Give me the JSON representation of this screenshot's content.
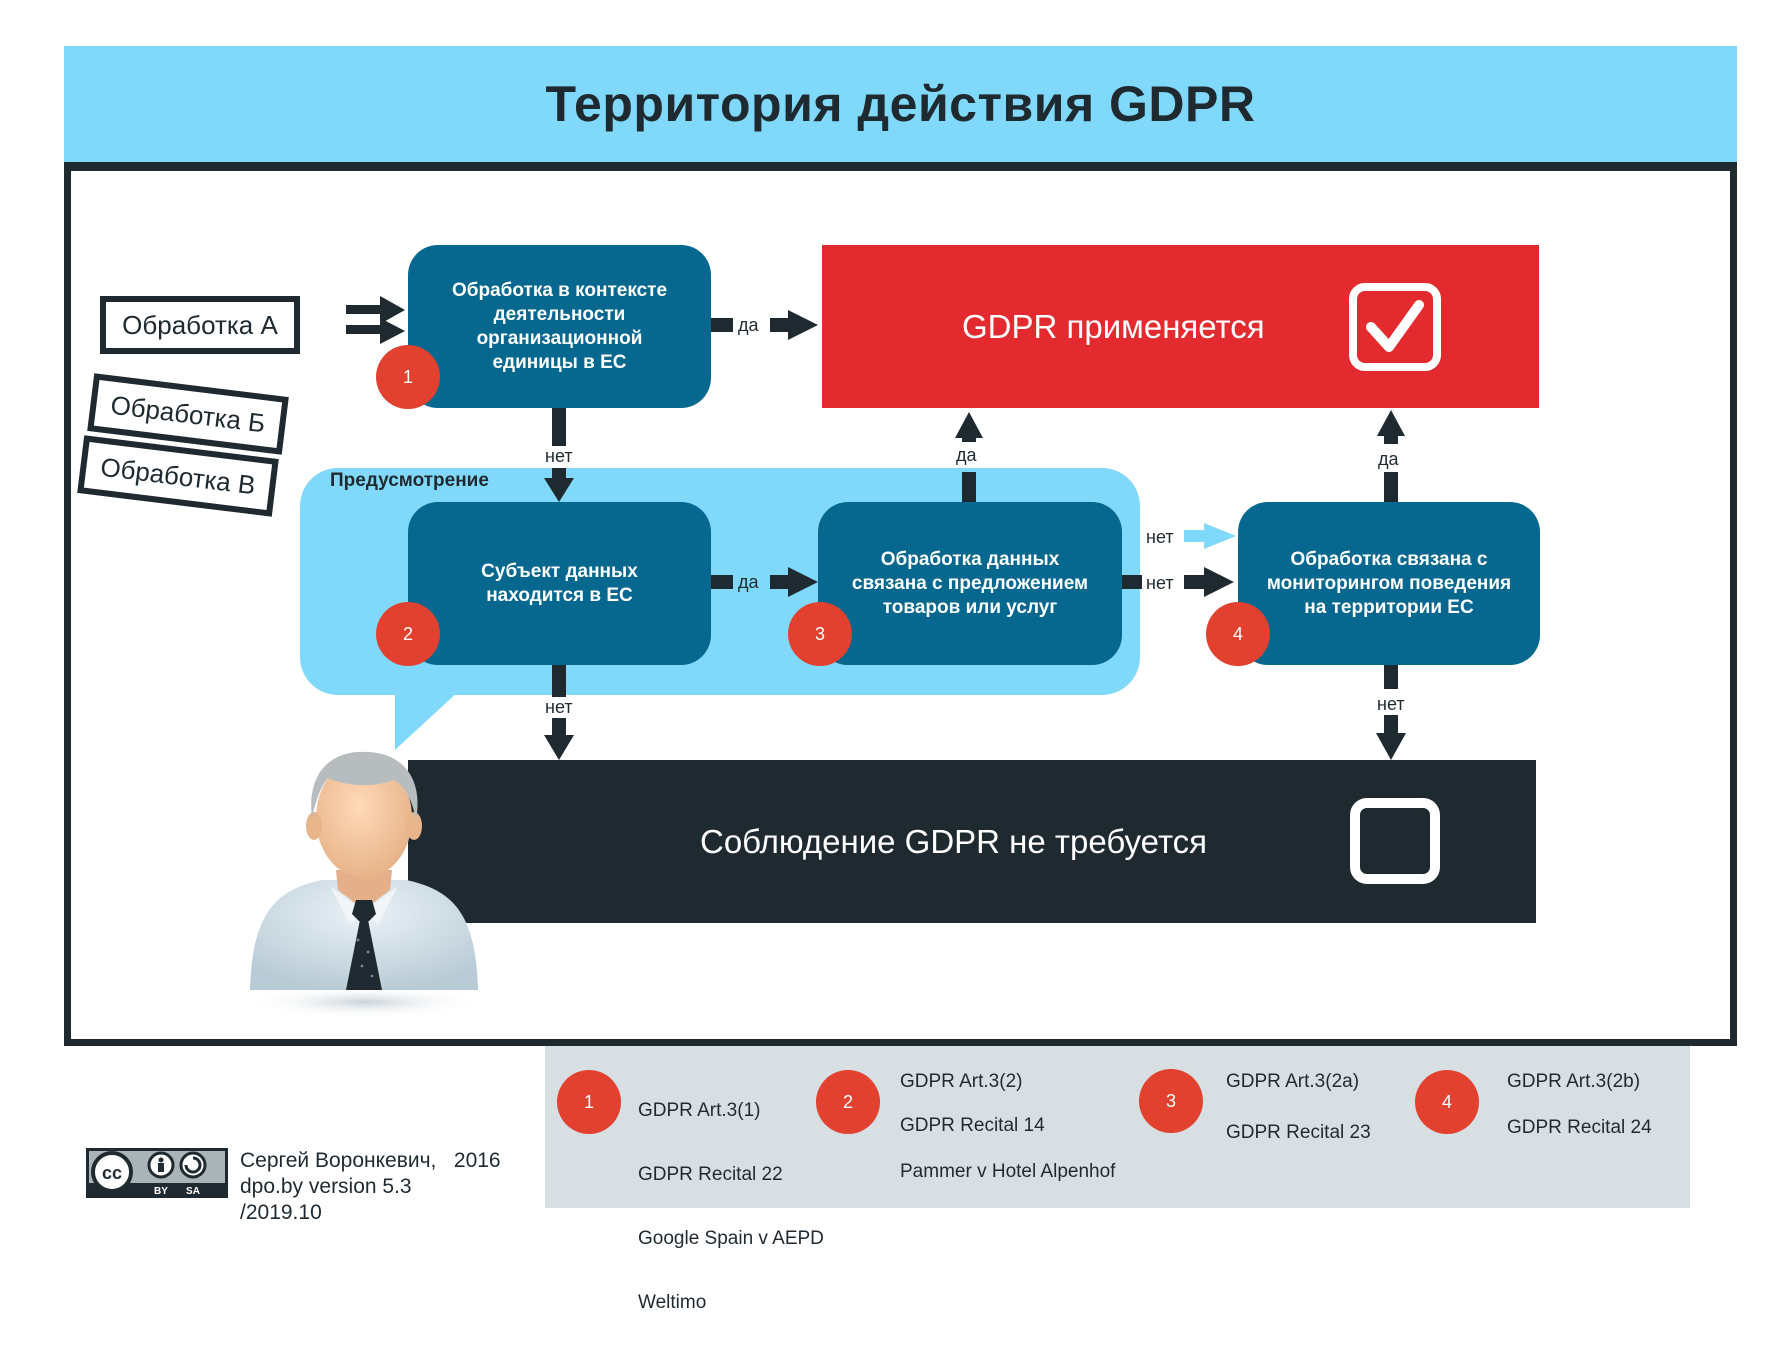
{
  "title": "Территория действия GDPR",
  "inputs": [
    "Обработка А",
    "Обработка Б",
    "Обработка В"
  ],
  "callout_label": "Предусмотрение",
  "nodes": [
    {
      "num": "1",
      "text": "Обработка в контексте\nдеятельности\nорганизационной\nединицы в ЕС"
    },
    {
      "num": "2",
      "text": "Субъект данных\nнаходится в ЕС"
    },
    {
      "num": "3",
      "text": "Обработка данных\nсвязана с предложением\nтоваров или услуг"
    },
    {
      "num": "4",
      "text": "Обработка связана с\nмониторингом поведения\nна территории ЕС"
    }
  ],
  "outcomes": {
    "applies": "GDPR применяется",
    "not_required": "Соблюдение GDPR не требуется"
  },
  "edge_labels": {
    "yes": "да",
    "no": "нет"
  },
  "references": [
    {
      "num": "1",
      "lines": [
        "GDPR Art.3(1)",
        "GDPR Recital 22",
        "Google Spain v AEPD",
        "Weltimo"
      ]
    },
    {
      "num": "2",
      "lines": [
        "GDPR Art.3(2)",
        "GDPR Recital 14",
        "Pammer v Hotel Alpenhof"
      ]
    },
    {
      "num": "3",
      "lines": [
        "GDPR Art.3(2a)",
        "GDPR Recital 23"
      ]
    },
    {
      "num": "4",
      "lines": [
        "GDPR Art.3(2b)",
        "GDPR Recital 24"
      ]
    }
  ],
  "credit": {
    "author": "Сергей Воронкевич,",
    "year": "2016",
    "version": "dpo.by version 5.3",
    "date": "/2019.10"
  },
  "license_badge": {
    "cc": "cc",
    "by": "BY",
    "sa": "SA"
  },
  "colors": {
    "header": "#80d9fa",
    "node": "#06688f",
    "badge": "#e2412f",
    "applies": "#e32a2e",
    "dark": "#1f2a30",
    "footer": "#d7dfe3"
  }
}
